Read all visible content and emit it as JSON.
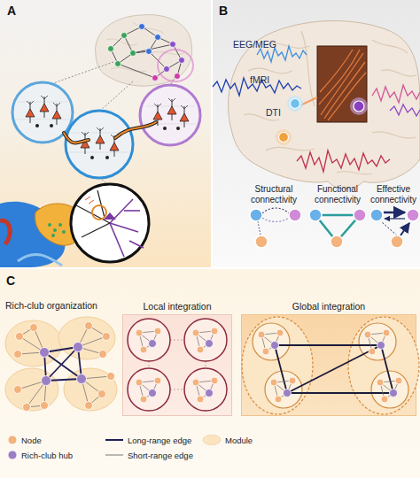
{
  "diagram": {
    "nodes": [
      {
        "text": [
          "A"
        ]
      },
      {
        "text": [
          "B"
        ]
      },
      {
        "text": [
          "C"
        ]
      },
      {
        "text": [
          "Local integration"
        ],
        "in": 2
      },
      {
        "text": [
          "Global integration"
        ],
        "in": 2
      }
    ],
    "labels": [
      "EEG/MEG",
      "fMRI",
      "DTI",
      "Structural connectivity",
      "Functional connectivity",
      "Effective connectivity",
      "Rich-club organization"
    ],
    "legend": [
      {
        "text": "Node",
        "color": "#f4b27c"
      },
      {
        "text": "Rich-club hub",
        "color": "#9b7fc4"
      },
      {
        "text": "Long-range edge"
      },
      {
        "text": "Short-range edge"
      },
      {
        "text": "Module",
        "color": "#fbe4c0"
      }
    ]
  }
}
